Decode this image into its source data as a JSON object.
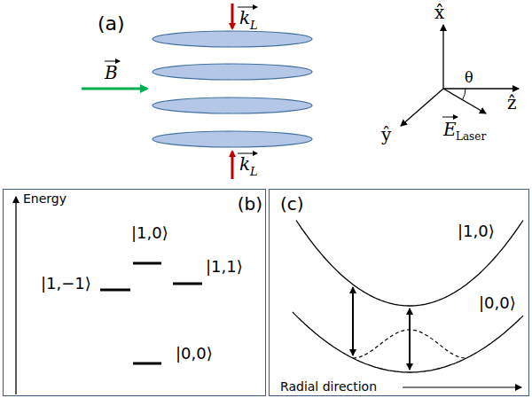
{
  "diagram": {
    "nodes": [
      {
        "text": [
          "(b)",
          "Energy",
          "|1,0⟩",
          "|1,−1⟩",
          "|1,1⟩",
          "|0,0⟩"
        ]
      },
      {
        "text": [
          "(c)",
          "|1,0⟩",
          "|0,0⟩",
          "Radial direction"
        ]
      }
    ],
    "labels": [
      "(a)",
      "k",
      "L",
      "k",
      "L",
      "B",
      "x̂",
      "ŷ",
      "ẑ",
      "θ",
      "E",
      "Laser"
    ]
  }
}
